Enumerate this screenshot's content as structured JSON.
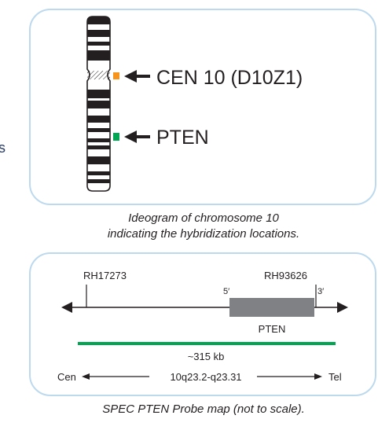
{
  "ideogram": {
    "chromosome_number": "10",
    "signals": [
      {
        "label": "CEN 10 (D10Z1)",
        "color": "#f7941d"
      },
      {
        "label": "PTEN",
        "color": "#00a651"
      }
    ],
    "caption_line1": "Ideogram of chromosome 10",
    "caption_line2": "indicating the hybridization locations."
  },
  "probe_map": {
    "marker_left": "RH17273",
    "marker_right": "RH93626",
    "prime5": "5′",
    "prime3": "3′",
    "gene_label": "PTEN",
    "probe_size": "~315 kb",
    "probe_color": "#00a651",
    "gene_color": "#808184",
    "cen_label": "Cen",
    "band_label": "10q23.2-q23.31",
    "tel_label": "Tel",
    "caption": "SPEC PTEN Probe map (not to scale)."
  },
  "colors": {
    "frame": "#bcd9ee",
    "ink": "#231f20"
  },
  "stray_char": "s"
}
